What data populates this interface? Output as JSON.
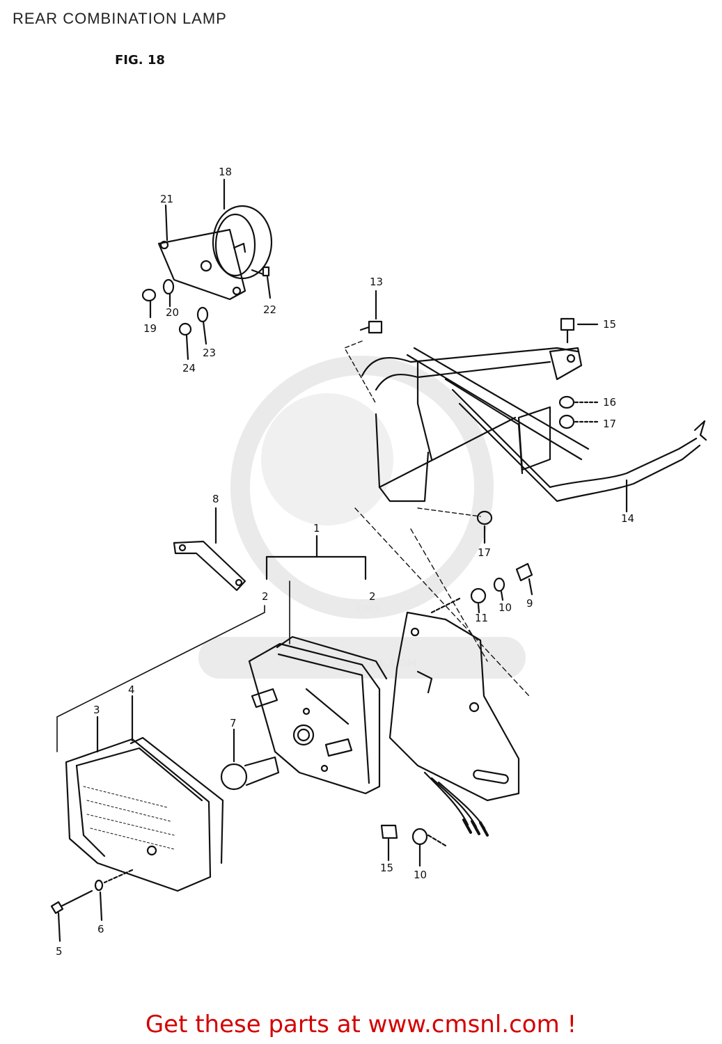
{
  "header": {
    "title": "REAR COMBINATION LAMP",
    "figure": "FIG. 18"
  },
  "watermark": {
    "logo_text": "CMS",
    "url_text": "WWW.CMSNL.COM"
  },
  "parts": [
    {
      "id": "1",
      "label": "1"
    },
    {
      "id": "2a",
      "label": "2"
    },
    {
      "id": "2b",
      "label": "2"
    },
    {
      "id": "3",
      "label": "3"
    },
    {
      "id": "4",
      "label": "4"
    },
    {
      "id": "5",
      "label": "5"
    },
    {
      "id": "6",
      "label": "6"
    },
    {
      "id": "7",
      "label": "7"
    },
    {
      "id": "8",
      "label": "8"
    },
    {
      "id": "9",
      "label": "9"
    },
    {
      "id": "10a",
      "label": "10"
    },
    {
      "id": "10b",
      "label": "10"
    },
    {
      "id": "11",
      "label": "11"
    },
    {
      "id": "13",
      "label": "13"
    },
    {
      "id": "14",
      "label": "14"
    },
    {
      "id": "15a",
      "label": "15"
    },
    {
      "id": "15b",
      "label": "15"
    },
    {
      "id": "16",
      "label": "16"
    },
    {
      "id": "17a",
      "label": "17"
    },
    {
      "id": "17b",
      "label": "17"
    },
    {
      "id": "18",
      "label": "18"
    },
    {
      "id": "19",
      "label": "19"
    },
    {
      "id": "20",
      "label": "20"
    },
    {
      "id": "21",
      "label": "21"
    },
    {
      "id": "22",
      "label": "22"
    },
    {
      "id": "23",
      "label": "23"
    },
    {
      "id": "24",
      "label": "24"
    }
  ],
  "footer": {
    "text": "Get these parts at www.cmsnl.com !",
    "color": "#d40000"
  }
}
